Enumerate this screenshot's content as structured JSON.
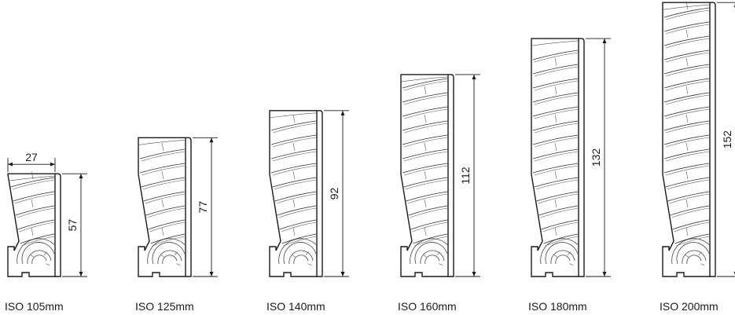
{
  "profiles": [
    {
      "caption": "ISO 105mm",
      "height_label": "57",
      "width_label": "27",
      "height": 57
    },
    {
      "caption": "ISO 125mm",
      "height_label": "77",
      "height": 77
    },
    {
      "caption": "ISO 140mm",
      "height_label": "92",
      "height": 92
    },
    {
      "caption": "ISO 160mm",
      "height_label": "112",
      "height": 112
    },
    {
      "caption": "ISO 180mm",
      "height_label": "132",
      "height": 132
    },
    {
      "caption": "ISO 200mm",
      "height_label": "152",
      "height": 152
    }
  ]
}
